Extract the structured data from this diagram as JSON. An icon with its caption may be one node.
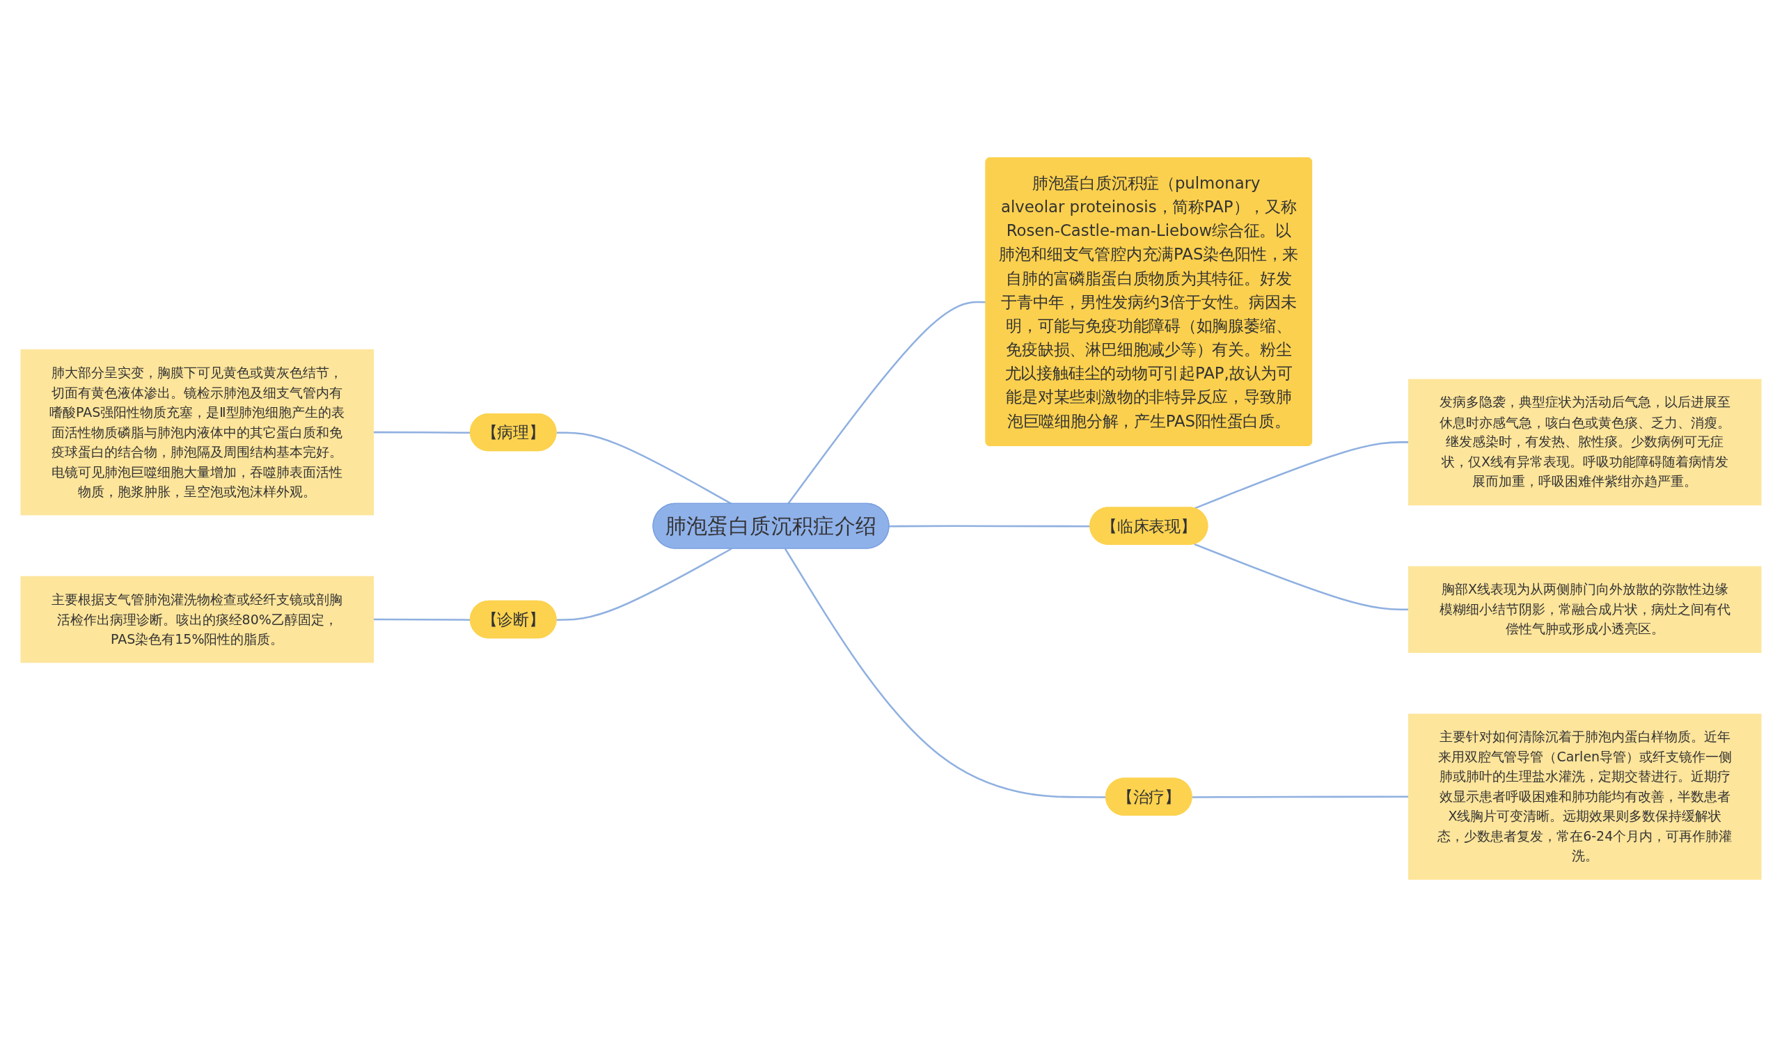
{
  "diagram": {
    "nodes": [
      {
        "text": [
          "肺泡蛋白质沉积症介绍"
        ]
      },
      {
        "text": [
          "肺泡蛋白质沉积症（pulmonary alveolar proteinosis，简称PAP），又称Rosen-Castle-man-Liebow综合征。以肺泡和细支气管腔内充满PAS染色阳性，来自肺的富磷脂蛋白质物质为其特征。好发于青中年，男性发病约3倍于女性。病因未明，可能与免疫功能障碍（如胸腺萎缩、免疫缺损、淋巴细胞减少等）有关。粉尘尤以接触硅尘的动物可引起PAP,故认为可能是对某些刺激物的非特异反应，导致肺泡巨噬细胞分解，产生PAS阳性蛋白质。"
        ]
      },
      {
        "text": [
          "【病理】"
        ]
      },
      {
        "text": [
          "肺大部分呈实变，胸膜下可见黄色或黄灰色结节，切面有黄色液体渗出。镜检示肺泡及细支气管内有嗜酸PAS强阳性物质充塞，是Ⅱ型肺泡细胞产生的表面活性物质磷脂与肺泡内液体中的其它蛋白质和免疫球蛋白的结合物，肺泡隔及周围结构基本完好。电镜可见肺泡巨噬细胞大量增加，吞噬肺表面活性物质，胞浆肿胀，呈空泡或泡沫样外观。"
        ]
      },
      {
        "text": [
          "【诊断】"
        ]
      },
      {
        "text": [
          "主要根据支气管肺泡灌洗物检查或经纤支镜或剖胸活检作出病理诊断。咳出的痰经80%乙醇固定，PAS染色有15%阳性的脂质。"
        ]
      },
      {
        "text": [
          "【临床表现】"
        ]
      },
      {
        "text": [
          "发病多隐袭，典型症状为活动后气急，以后进展至休息时亦感气急，咳白色或黄色痰、乏力、消瘦。继发感染时，有发热、脓性痰。少数病例可无症状，仅X线有异常表现。呼吸功能障碍随着病情发展而加重，呼吸困难伴紫绀亦趋严重。"
        ]
      },
      {
        "text": [
          "胸部X线表现为从两侧肺门向外放散的弥散性边缘模糊细小结节阴影，常融合成片状，病灶之间有代偿性气肿或形成小透亮区。"
        ]
      },
      {
        "text": [
          "【治疗】"
        ]
      },
      {
        "text": [
          "主要针对如何清除沉着于肺泡内蛋白样物质。近年来用双腔气管导管（Carlen导管）或纤支镜作一侧肺或肺叶的生理盐水灌洗，定期交替进行。近期疗效显示患者呼吸困难和肺功能均有改善，半数患者X线胸片可变清晰。远期效果则多数保持缓解状态，少数患者复发，常在6-24个月内，可再作肺灌洗。"
        ]
      }
    ],
    "edges": [
      {
        "from": 0,
        "to": 1,
        "arrow": "none"
      },
      {
        "from": 2,
        "to": 0,
        "arrow": "none"
      },
      {
        "from": 3,
        "to": 2,
        "arrow": "none"
      },
      {
        "from": 4,
        "to": 0,
        "arrow": "none"
      },
      {
        "from": 5,
        "to": 4,
        "arrow": "none"
      },
      {
        "from": 0,
        "to": 6,
        "arrow": "none"
      },
      {
        "from": 6,
        "to": 7,
        "arrow": "none"
      },
      {
        "from": 6,
        "to": 8,
        "arrow": "none"
      },
      {
        "from": 0,
        "to": 9,
        "arrow": "none"
      },
      {
        "from": 9,
        "to": 10,
        "arrow": "none"
      }
    ]
  }
}
